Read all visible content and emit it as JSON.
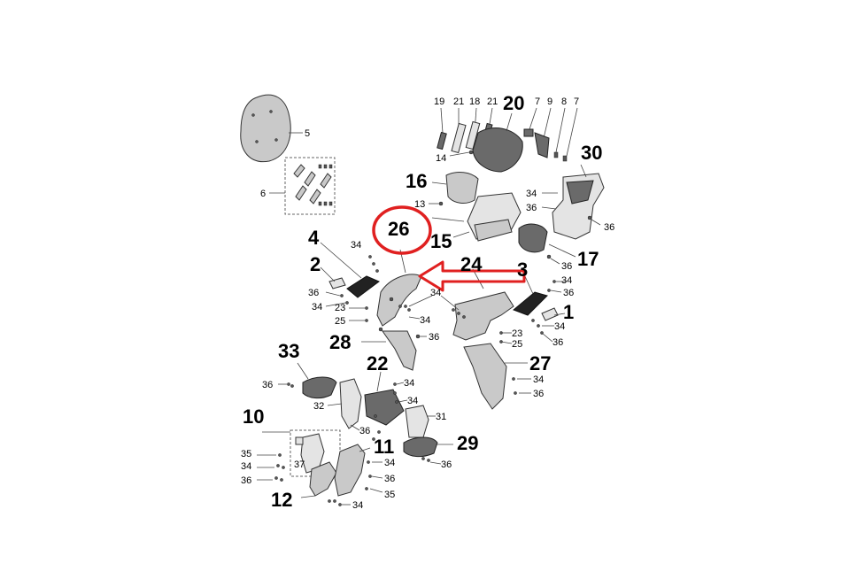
{
  "labels": {
    "l1": "1",
    "l2": "2",
    "l3": "3",
    "l4": "4",
    "l5": "5",
    "l6": "6",
    "l7a": "7",
    "l7b": "7",
    "l8": "8",
    "l9": "9",
    "l10": "10",
    "l11": "11",
    "l12": "12",
    "l13": "13",
    "l14": "14",
    "l15": "15",
    "l16": "16",
    "l17": "17",
    "l18": "18",
    "l19": "19",
    "l20": "20",
    "l21a": "21",
    "l21b": "21",
    "l22": "22",
    "l23a": "23",
    "l23b": "23",
    "l24": "24",
    "l25a": "25",
    "l25b": "25",
    "l26": "26",
    "l27": "27",
    "l28": "28",
    "l29": "29",
    "l30": "30",
    "l31": "31",
    "l32": "32",
    "l33": "33",
    "l34": "34",
    "l35": "35",
    "l36": "36",
    "l37": "37"
  },
  "highlight": {
    "color": "#e02020",
    "target_label": "26"
  }
}
